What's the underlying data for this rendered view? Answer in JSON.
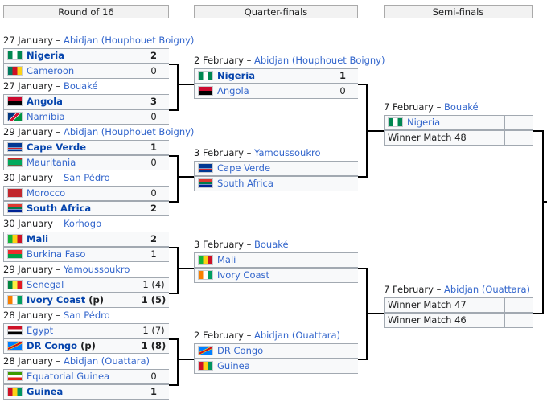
{
  "headers": {
    "r16": "Round of 16",
    "qf": "Quarter-finals",
    "sf": "Semi-finals"
  },
  "r16": [
    {
      "date": "27 January",
      "venue": "Abidjan (Houphouet Boigny)",
      "t1": {
        "name": "Nigeria",
        "score": "2",
        "win": true,
        "flag": "nga"
      },
      "t2": {
        "name": "Cameroon",
        "score": "0",
        "win": false,
        "flag": "cmr"
      }
    },
    {
      "date": "27 January",
      "venue": "Bouaké",
      "t1": {
        "name": "Angola",
        "score": "3",
        "win": true,
        "flag": "ang"
      },
      "t2": {
        "name": "Namibia",
        "score": "0",
        "win": false,
        "flag": "nam"
      }
    },
    {
      "date": "29 January",
      "venue": "Abidjan (Houphouet Boigny)",
      "t1": {
        "name": "Cape Verde",
        "score": "1",
        "win": true,
        "flag": "cpv"
      },
      "t2": {
        "name": "Mauritania",
        "score": "0",
        "win": false,
        "flag": "mtn"
      }
    },
    {
      "date": "30 January",
      "venue": "San Pédro",
      "t1": {
        "name": "Morocco",
        "score": "0",
        "win": false,
        "flag": "mar"
      },
      "t2": {
        "name": "South Africa",
        "score": "2",
        "win": true,
        "flag": "rsa"
      }
    },
    {
      "date": "30 January",
      "venue": "Korhogo",
      "t1": {
        "name": "Mali",
        "score": "2",
        "win": true,
        "flag": "mli"
      },
      "t2": {
        "name": "Burkina Faso",
        "score": "1",
        "win": false,
        "flag": "bfa"
      }
    },
    {
      "date": "29 January",
      "venue": "Yamoussoukro",
      "t1": {
        "name": "Senegal",
        "score": "1 (4)",
        "win": false,
        "flag": "sen"
      },
      "t2": {
        "name": "Ivory Coast",
        "suffix": " (p)",
        "score": "1 (5)",
        "win": true,
        "flag": "civ"
      }
    },
    {
      "date": "28 January",
      "venue": "San Pédro",
      "t1": {
        "name": "Egypt",
        "score": "1 (7)",
        "win": false,
        "flag": "egy"
      },
      "t2": {
        "name": "DR Congo",
        "suffix": " (p)",
        "score": "1 (8)",
        "win": true,
        "flag": "cod"
      }
    },
    {
      "date": "28 January",
      "venue": "Abidjan (Ouattara)",
      "t1": {
        "name": "Equatorial Guinea",
        "score": "0",
        "win": false,
        "flag": "eqg"
      },
      "t2": {
        "name": "Guinea",
        "score": "1",
        "win": true,
        "flag": "gui"
      }
    }
  ],
  "qf": [
    {
      "date": "2 February",
      "venue": "Abidjan (Houphouet Boigny)",
      "t1": {
        "name": "Nigeria",
        "score": "1",
        "win": true,
        "flag": "nga"
      },
      "t2": {
        "name": "Angola",
        "score": "0",
        "win": false,
        "flag": "ang"
      }
    },
    {
      "date": "3 February",
      "venue": "Yamoussoukro",
      "t1": {
        "name": "Cape Verde",
        "score": "",
        "win": false,
        "flag": "cpv"
      },
      "t2": {
        "name": "South Africa",
        "score": "",
        "win": false,
        "flag": "rsa"
      }
    },
    {
      "date": "3 February",
      "venue": "Bouaké",
      "t1": {
        "name": "Mali",
        "score": "",
        "win": false,
        "flag": "mli"
      },
      "t2": {
        "name": "Ivory Coast",
        "score": "",
        "win": false,
        "flag": "civ"
      }
    },
    {
      "date": "2 February",
      "venue": "Abidjan (Ouattara)",
      "t1": {
        "name": "DR Congo",
        "score": "",
        "win": false,
        "flag": "cod"
      },
      "t2": {
        "name": "Guinea",
        "score": "",
        "win": false,
        "flag": "gui"
      }
    }
  ],
  "sf": [
    {
      "date": "7 February",
      "venue": "Bouaké",
      "t1": {
        "name": "Nigeria",
        "score": "",
        "win": false,
        "flag": "nga"
      },
      "t2": {
        "name": "Winner Match 48",
        "score": "",
        "win": false,
        "plain": true
      }
    },
    {
      "date": "7 February",
      "venue": "Abidjan (Ouattara)",
      "t1": {
        "name": "Winner Match 47",
        "score": "",
        "win": false,
        "plain": true
      },
      "t2": {
        "name": "Winner Match 46",
        "score": "",
        "win": false,
        "plain": true
      }
    }
  ],
  "dash": " – ",
  "accent": "#3366cc"
}
